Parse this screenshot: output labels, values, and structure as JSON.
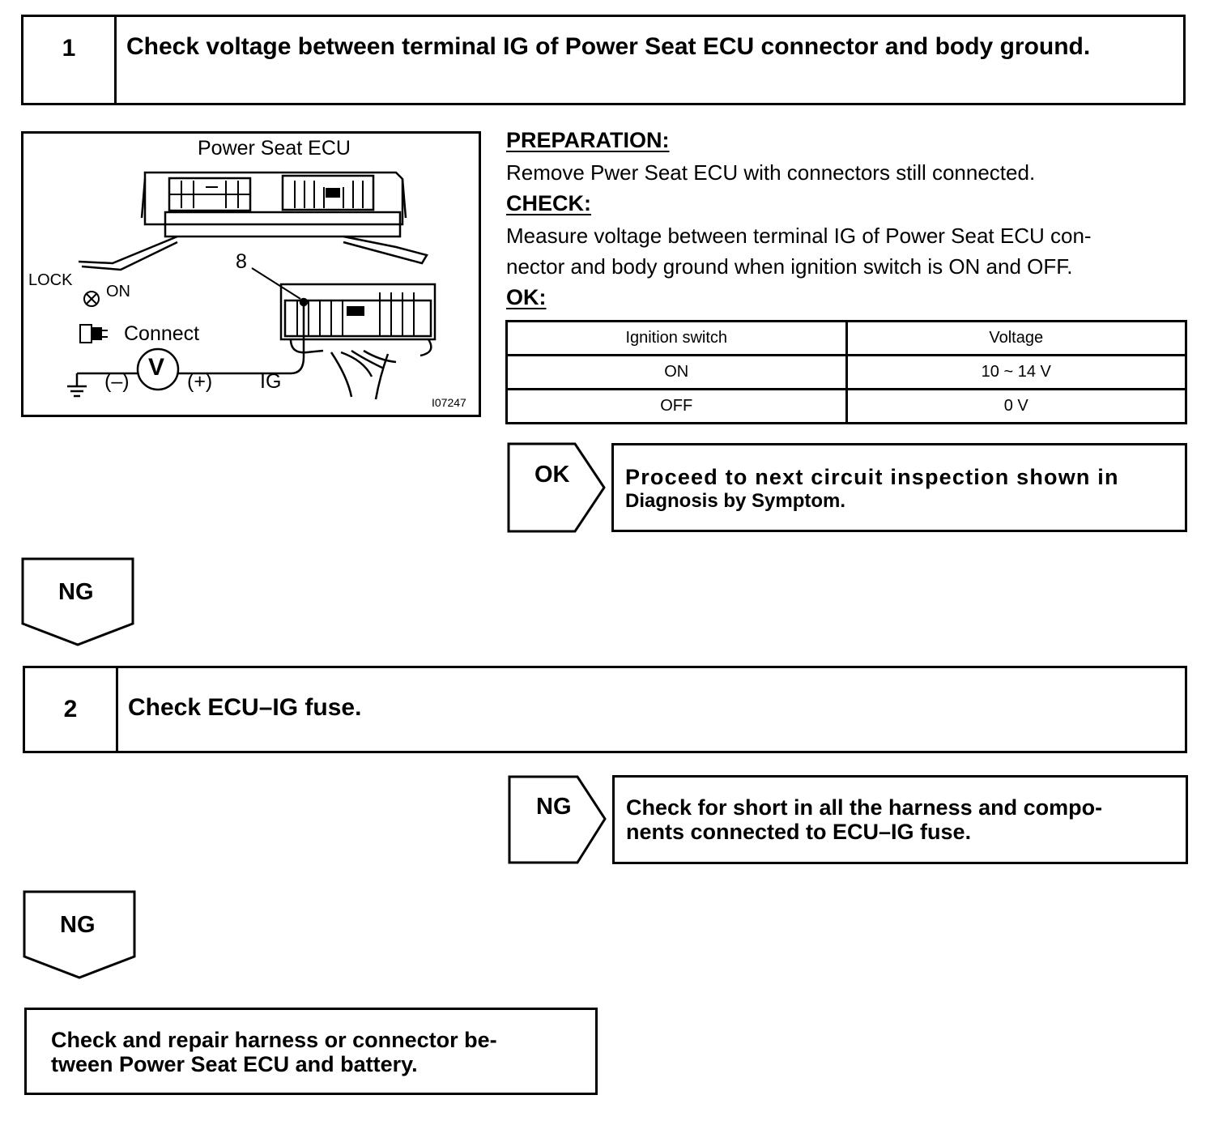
{
  "step1": {
    "number": "1",
    "title": "Check voltage between terminal IG of Power Seat ECU connector and body ground."
  },
  "figure": {
    "title": "Power Seat ECU",
    "lock_label": "LOCK",
    "on_label": "ON",
    "connect_label": "Connect",
    "meter_symbol": "V",
    "neg_label": "(–)",
    "pos_label": "(+)",
    "ig_label": "IG",
    "terminal_number": "8",
    "figure_id": "I07247"
  },
  "preparation": {
    "heading": "PREPARATION:",
    "text": "Remove Pwer Seat ECU with connectors still connected."
  },
  "check": {
    "heading": "CHECK:",
    "line1": "Measure voltage between terminal IG of Power Seat ECU con-",
    "line2": "nector and body ground when ignition switch is ON and OFF."
  },
  "ok_spec": {
    "heading": "OK:",
    "table": {
      "headers": [
        "Ignition switch",
        "Voltage"
      ],
      "rows": [
        [
          "ON",
          "10 ~ 14 V"
        ],
        [
          "OFF",
          "0 V"
        ]
      ]
    }
  },
  "ok_result": {
    "tag": "OK",
    "line1": "Proceed to next circuit inspection shown in",
    "line2": "Diagnosis by Symptom."
  },
  "ng_flow_1": {
    "tag": "NG"
  },
  "step2": {
    "number": "2",
    "title": "Check ECU–IG fuse."
  },
  "ng_result_2": {
    "tag": "NG",
    "line1": "Check for short in all the harness and compo-",
    "line2": "nents connected to ECU–IG fuse."
  },
  "ng_flow_2": {
    "tag": "NG"
  },
  "final_action": {
    "line1": "Check and repair harness or connector be-",
    "line2": "tween Power Seat ECU and battery."
  }
}
